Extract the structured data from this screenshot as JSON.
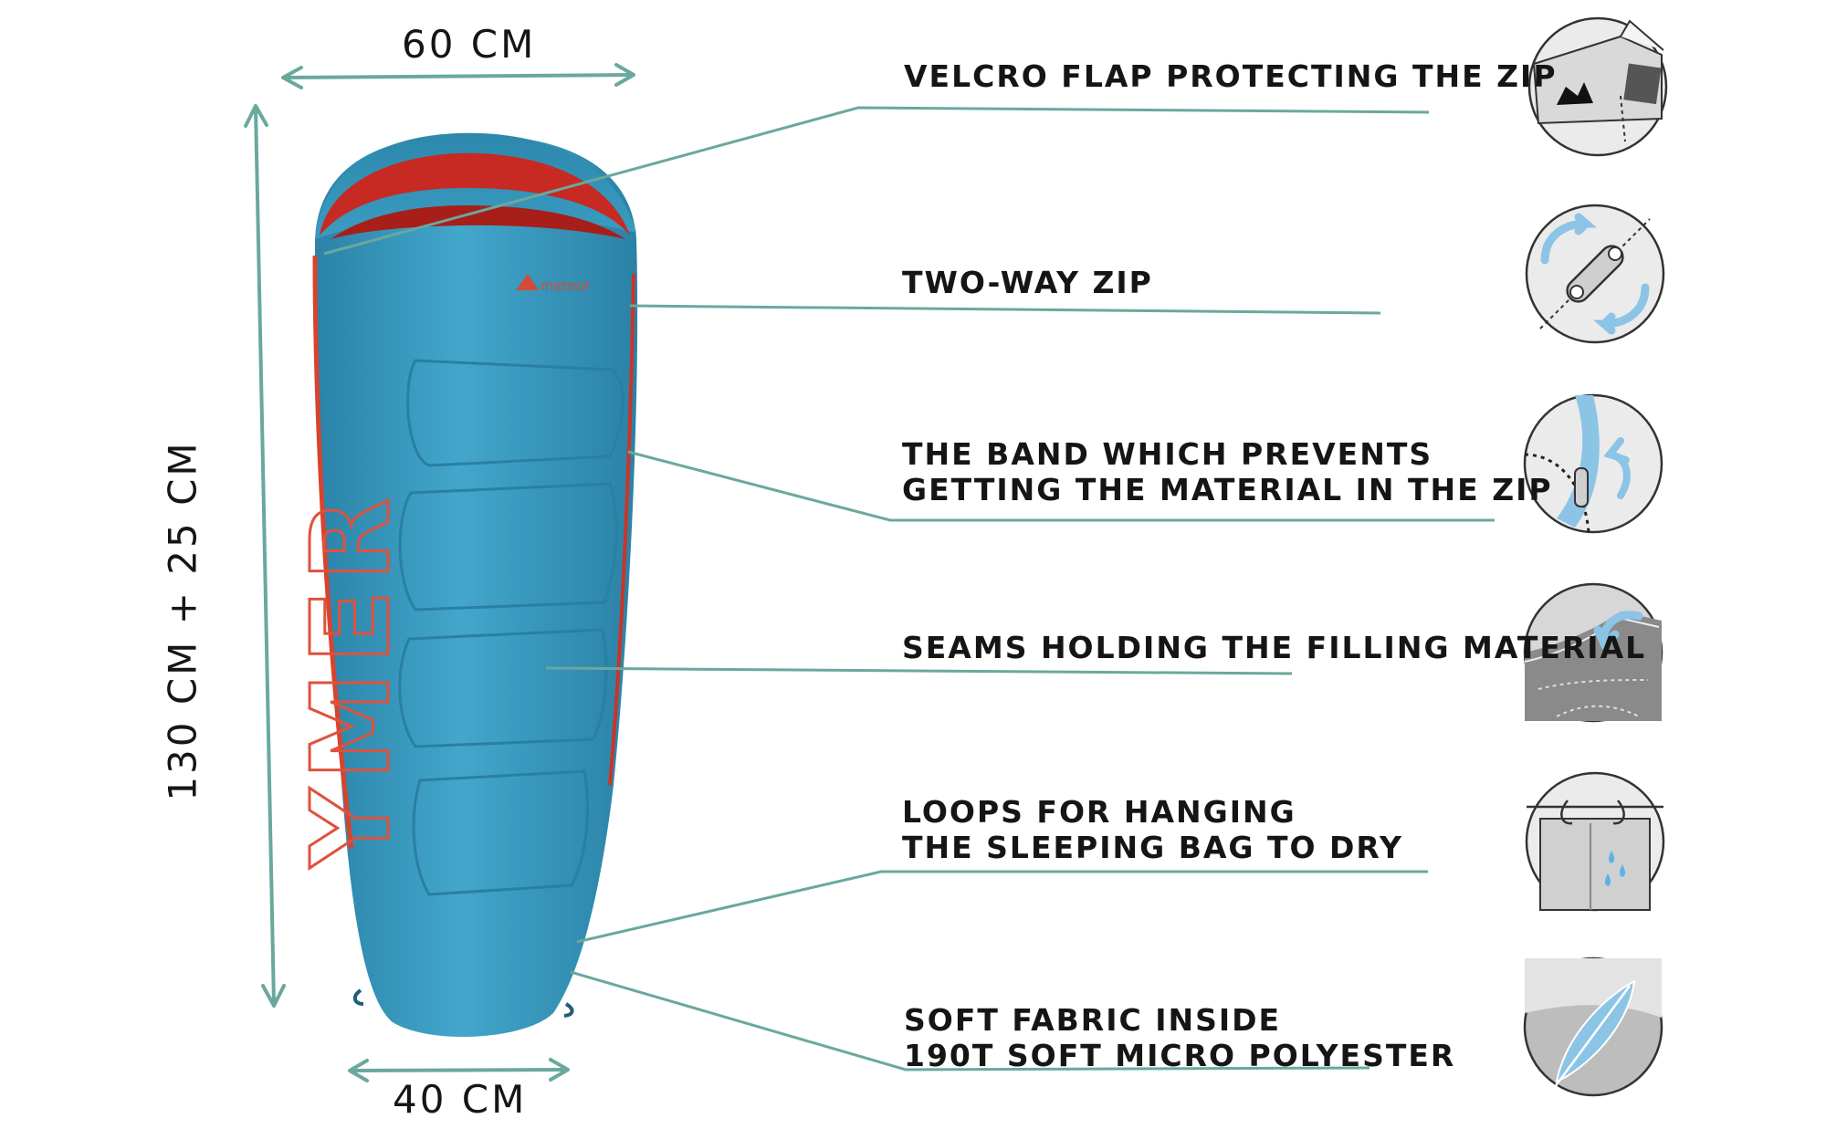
{
  "dimensions": {
    "top_width": "60 CM",
    "bottom_width": "40 CM",
    "length": "130 CM + 25 CM"
  },
  "bag": {
    "brand": "meteor",
    "model": "YMER"
  },
  "features": [
    {
      "line1": "VELCRO FLAP PROTECTING THE ZIP",
      "line2": "",
      "icon": "velcro-flap-icon"
    },
    {
      "line1": "TWO-WAY ZIP",
      "line2": "",
      "icon": "two-way-zip-icon"
    },
    {
      "line1": "THE BAND WHICH PREVENTS",
      "line2": "GETTING THE MATERIAL IN THE ZIP",
      "icon": "anti-snag-band-icon"
    },
    {
      "line1": "SEAMS HOLDING THE FILLING MATERIAL",
      "line2": "",
      "icon": "seams-icon"
    },
    {
      "line1": "LOOPS FOR HANGING",
      "line2": "THE SLEEPING BAG TO DRY",
      "icon": "hanging-loops-icon"
    },
    {
      "line1": "SOFT FABRIC INSIDE",
      "line2": "190T SOFT MICRO POLYESTER",
      "icon": "feather-icon"
    }
  ],
  "colors": {
    "leader": "#6aa89e",
    "bag_blue": "#3a9bbf",
    "bag_dark": "#2a7fa3",
    "lining_red": "#c72a22",
    "ink": "#151515",
    "icon_light": "#ebebeb",
    "icon_accent": "#8cc4e6"
  }
}
